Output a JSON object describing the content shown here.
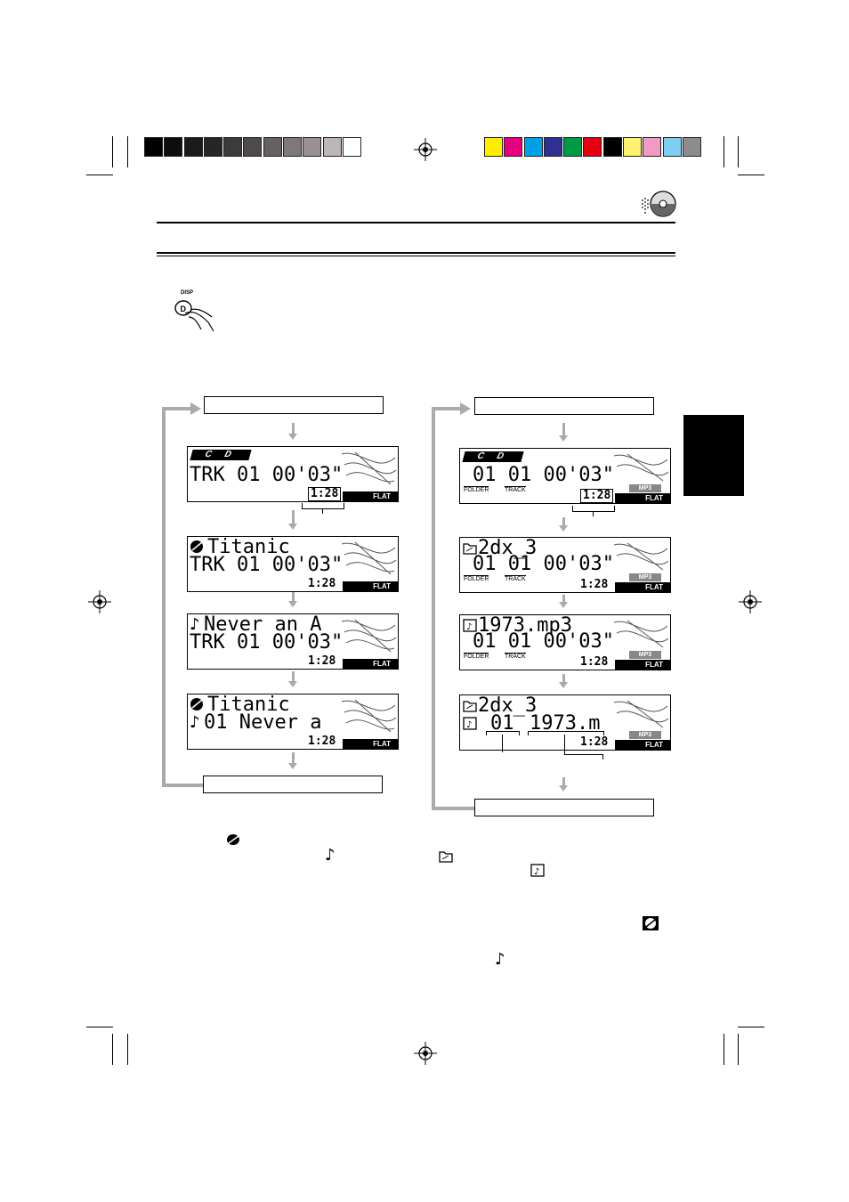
{
  "colors": {
    "gray_bars": [
      "#000000",
      "#0d0d0d",
      "#1a1a1a",
      "#262626",
      "#3b3b3b",
      "#4e4a4a",
      "#666060",
      "#807878",
      "#9a9292",
      "#bdb6b6",
      "#ffffff"
    ],
    "color_bars": [
      "#ffee00",
      "#e6007e",
      "#00a0e9",
      "#2e3192",
      "#009944",
      "#e60012",
      "#000000",
      "#fff270",
      "#f09ac4",
      "#7fcdf0",
      "#8c8c8c"
    ],
    "arrow": "#aaaaaa"
  },
  "cd_column": [
    {
      "badge": "C D",
      "line1": "",
      "line2": "TRK 01 00'03\"",
      "time": "1:28",
      "eq": "FLAT"
    },
    {
      "line1": "Titanic",
      "line2": "TRK 01 00'03\"",
      "time": "1:28",
      "eq": "FLAT",
      "icon": "disc"
    },
    {
      "line1": "Never an A",
      "line2": "TRK 01 00'03\"",
      "time": "1:28",
      "eq": "FLAT",
      "icon": "note"
    },
    {
      "line1": "Titanic",
      "line2": "01 Never a",
      "time": "1:28",
      "eq": "FLAT",
      "icon": "disc",
      "icon2": "note"
    }
  ],
  "mp3_column": [
    {
      "badge": "C D",
      "line2": "01 01 00'03\"",
      "folder": "FOLDER",
      "track": "TRACK",
      "time": "1:28",
      "format": "MP3",
      "eq": "FLAT"
    },
    {
      "line1": "2dx_3",
      "line2": "01 01 00'03\"",
      "folder": "FOLDER",
      "track": "TRACK",
      "time": "1:28",
      "format": "MP3",
      "eq": "FLAT",
      "icon": "folder"
    },
    {
      "line1": "1973.mp3",
      "line2": "01 01 00'03\"",
      "folder": "FOLDER",
      "track": "TRACK",
      "time": "1:28",
      "format": "MP3",
      "eq": "FLAT",
      "icon": "file"
    },
    {
      "line1": "2dx_3",
      "line2a": "01",
      "line2b": "1973.m",
      "time": "1:28",
      "format": "MP3",
      "eq": "FLAT",
      "icon": "folder",
      "icon2": "file"
    }
  ],
  "button": {
    "label": "DISP",
    "key": "D"
  }
}
